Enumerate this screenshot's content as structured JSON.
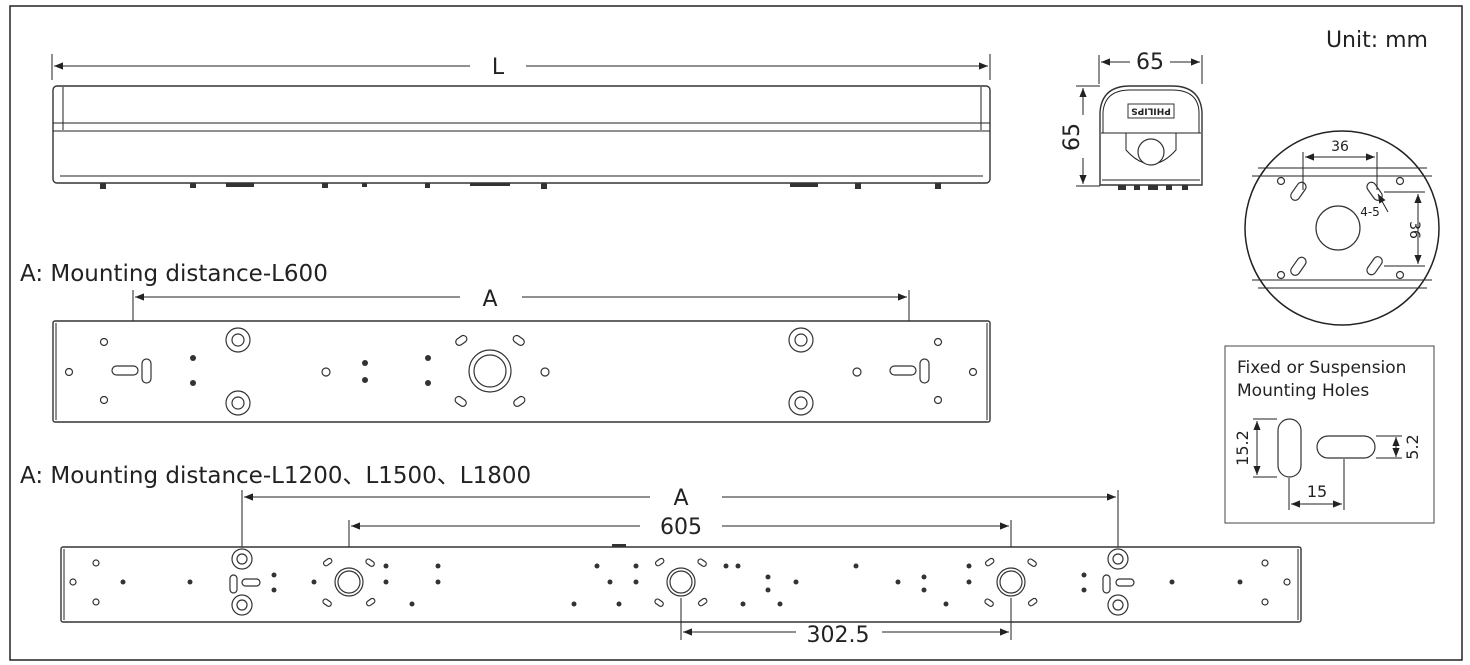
{
  "unit_label": "Unit: mm",
  "dimensions": {
    "length": "L",
    "width": "65",
    "height": "65",
    "detail_span_h": "36",
    "detail_span_v": "36",
    "detail_slot": "4-5",
    "mount_a": "A",
    "mount_a2": "A",
    "mount_605": "605",
    "mount_302": "302.5"
  },
  "headings": {
    "l600": "A: Mounting distance-L600",
    "l1200": "A: Mounting distance-L1200、L1500、L1800"
  },
  "side_view": {
    "logo": "PHILIPS"
  },
  "holes_box": {
    "title_line1": "Fixed or Suspension",
    "title_line2": "Mounting Holes",
    "dim_height": "15.2",
    "dim_width": "5.2",
    "dim_length": "15"
  }
}
